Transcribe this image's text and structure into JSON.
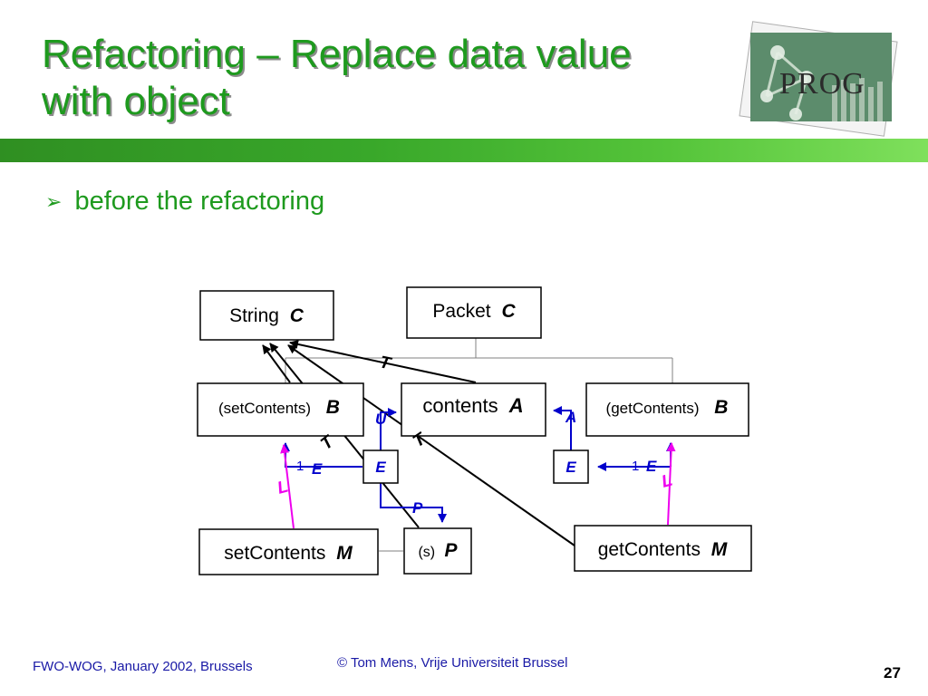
{
  "title": {
    "line1": "Refactoring – Replace data value",
    "line2": "with object"
  },
  "logo": {
    "text": "PROG",
    "icon": "atomium-logo"
  },
  "bullet": {
    "icon": "arrow-bullet-icon",
    "text": "before the refactoring"
  },
  "diagram": {
    "nodes": {
      "string": {
        "name": "String",
        "type": "C"
      },
      "packet": {
        "name": "Packet",
        "type": "C"
      },
      "setparam": {
        "name": "(setContents)",
        "type": "B"
      },
      "contents": {
        "name": "contents",
        "type": "A"
      },
      "getparam": {
        "name": "(getContents)",
        "type": "B"
      },
      "e_left": {
        "name": "",
        "type": "E"
      },
      "e_right": {
        "name": "",
        "type": "E"
      },
      "setmethod": {
        "name": "setContents",
        "type": "M"
      },
      "sparam": {
        "name": "(s)",
        "type": "P"
      },
      "getmethod": {
        "name": "getContents",
        "type": "M"
      }
    },
    "edge_labels": {
      "t_top": "T",
      "t_set": "T",
      "t_get": "T",
      "u": "U",
      "a": "A",
      "p": "P",
      "e_left_label": "E",
      "e_right_label": "E",
      "one_left": "1",
      "one_right": "1",
      "l_left": "L",
      "l_right": "L"
    },
    "colors": {
      "black_edges": "#000000",
      "blue_edges": "#0000cc",
      "magenta_edges": "#ee00ee",
      "gray_lines": "#808080"
    }
  },
  "footer": {
    "left": "FWO-WOG, January 2002, Brussels",
    "center": "© Tom Mens, Vrije Universiteit Brussel",
    "page": "27"
  }
}
